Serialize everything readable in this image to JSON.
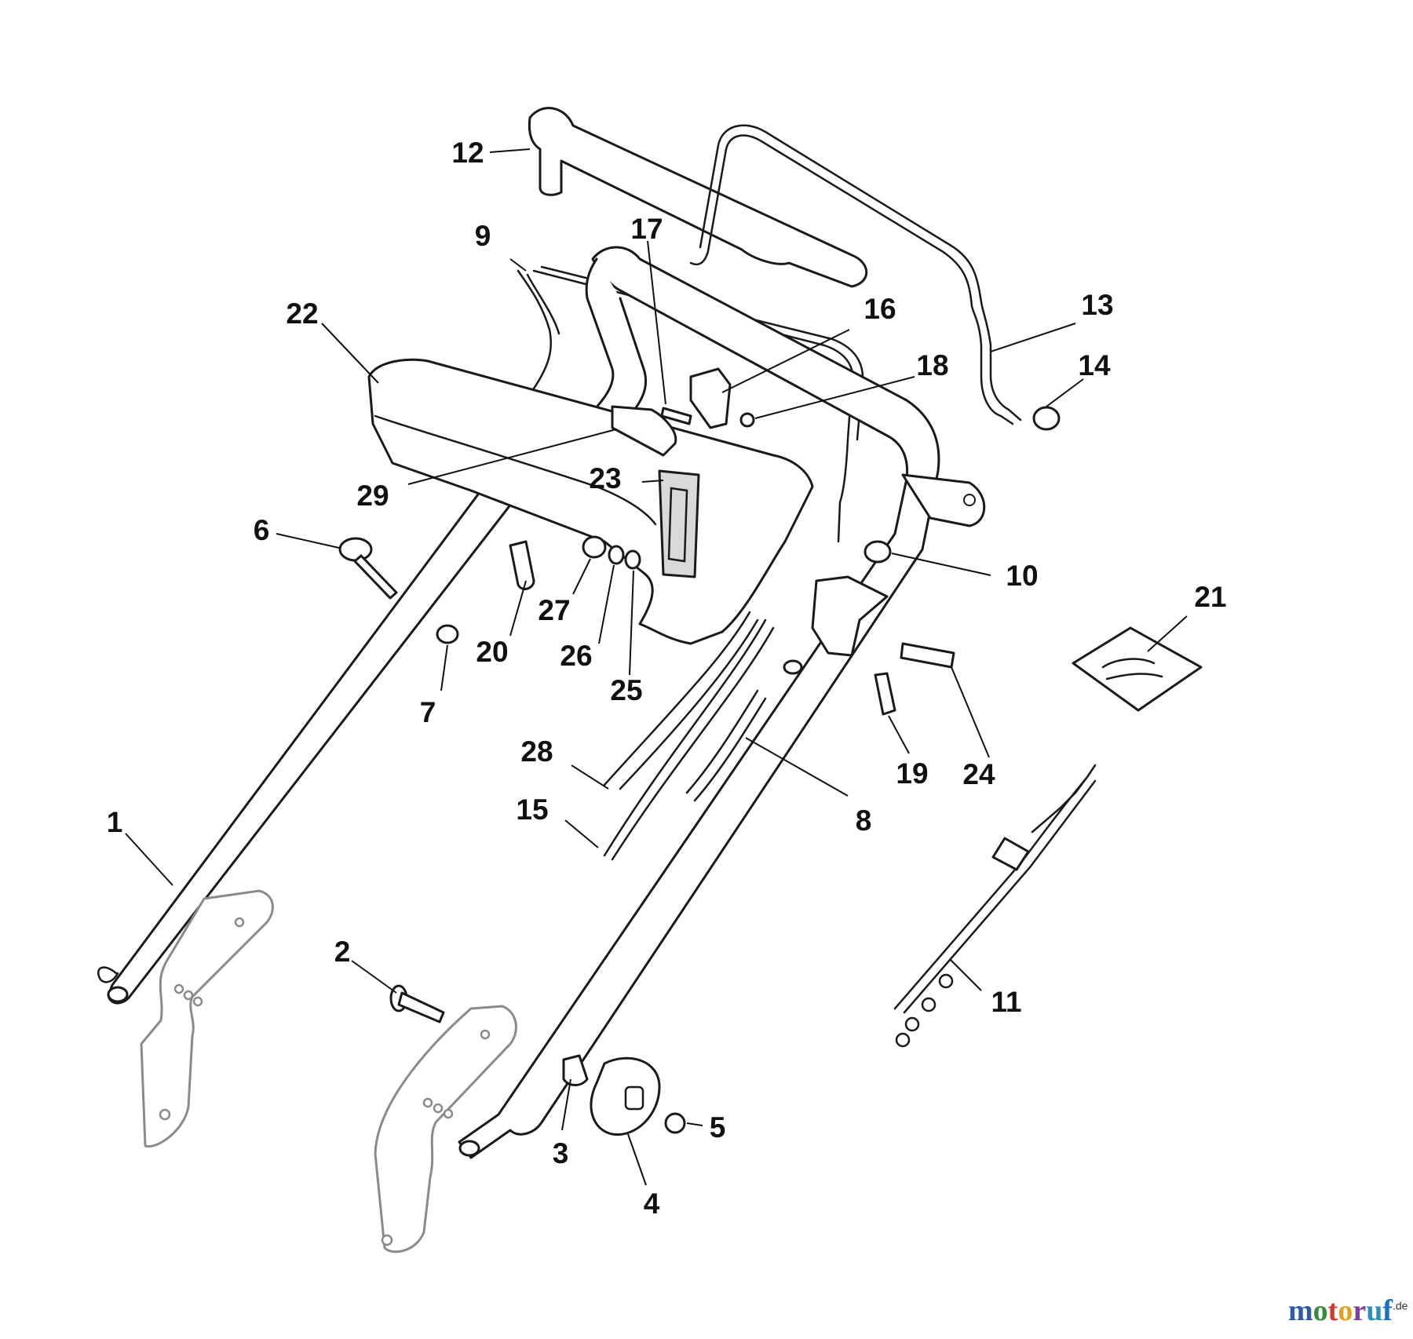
{
  "callouts": [
    "1",
    "2",
    "3",
    "4",
    "5",
    "6",
    "7",
    "8",
    "9",
    "10",
    "11",
    "12",
    "13",
    "14",
    "15",
    "16",
    "17",
    "18",
    "19",
    "20",
    "21",
    "22",
    "23",
    "24",
    "25",
    "26",
    "27",
    "28",
    "29"
  ],
  "watermark": {
    "text": "motoruf",
    "domain_suffix": ".de",
    "letter_colors": [
      "#2e5da8",
      "#3a8a3a",
      "#d13b2e",
      "#e0a020",
      "#7a3fa0",
      "#2e8fb8",
      "#1e6fc0"
    ]
  }
}
